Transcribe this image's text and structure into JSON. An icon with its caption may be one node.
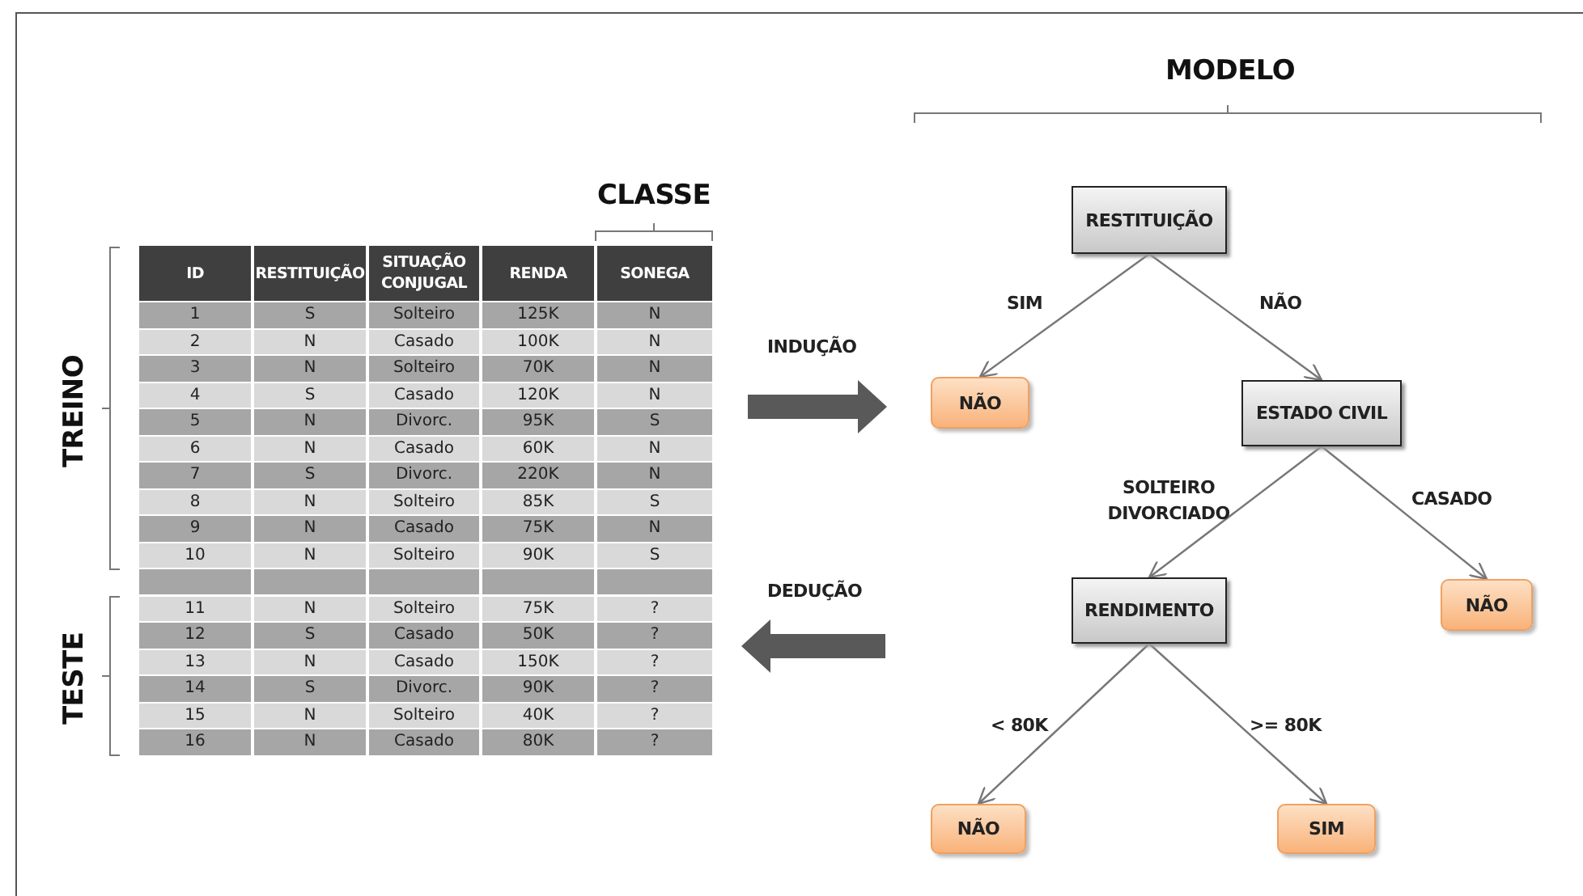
{
  "diagram": {
    "nodes": [
      {
        "text": [
          "RESTITUIÇÃO"
        ]
      },
      {
        "text": [
          "NÃO"
        ]
      },
      {
        "text": [
          "ESTADO CIVIL"
        ]
      },
      {
        "text": [
          "RENDIMENTO"
        ]
      },
      {
        "text": [
          "NÃO"
        ]
      },
      {
        "text": [
          "NÃO"
        ]
      },
      {
        "text": [
          "SIM"
        ]
      }
    ],
    "edges": [
      {
        "from": 0,
        "to": 1,
        "arrow": "to",
        "label": "SIM"
      },
      {
        "from": 0,
        "to": 2,
        "arrow": "to",
        "label": "NÃO"
      },
      {
        "from": 2,
        "to": 3,
        "arrow": "to",
        "label": "SOLTEIRO DIVORCIADO"
      },
      {
        "from": 2,
        "to": 4,
        "arrow": "to",
        "label": "CASADO"
      },
      {
        "from": 3,
        "to": 5,
        "arrow": "to",
        "label": "< 80K"
      },
      {
        "from": 3,
        "to": 6,
        "arrow": "to",
        "label": ">= 80K"
      }
    ],
    "labels": [
      "MODELO",
      "CLASSE",
      "TREINO",
      "ID",
      "RESTITUIÇÃO",
      "SITUAÇÃO CONJUGAL",
      "RENDA",
      "SONEGA",
      "1",
      "S",
      "Solteiro",
      "125K",
      "N",
      "2",
      "N",
      "Casado",
      "100K",
      "N",
      "3",
      "N",
      "Solteiro",
      "70K",
      "N",
      "4",
      "S",
      "Casado",
      "120K",
      "N",
      "5",
      "N",
      "Divorc.",
      "95K",
      "S",
      "6",
      "N",
      "Casado",
      "60K",
      "N",
      "7",
      "S",
      "Divorc.",
      "220K",
      "N",
      "8",
      "N",
      "Solteiro",
      "85K",
      "S",
      "9",
      "N",
      "Casado",
      "75K",
      "N",
      "10",
      "N",
      "Solteiro",
      "90K",
      "S",
      "11",
      "N",
      "Solteiro",
      "75K",
      "?",
      "12",
      "S",
      "Casado",
      "50K",
      "?",
      "13",
      "N",
      "Casado",
      "150K",
      "?",
      "14",
      "S",
      "Divorc.",
      "90K",
      "?",
      "15",
      "N",
      "Solteiro",
      "40K",
      "?",
      "16",
      "N",
      "Casado",
      "80K",
      "?",
      "TESTE",
      "INDUÇÃO",
      "DEDUÇÃO"
    ]
  }
}
